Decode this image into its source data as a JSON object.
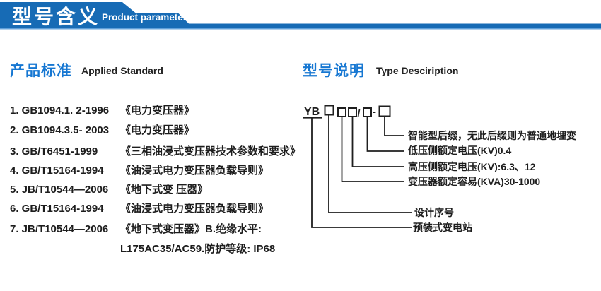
{
  "header": {
    "title": "型号含义",
    "subtitle": "Product parameters"
  },
  "colors": {
    "banner_blue": "#176bb5",
    "banner_edge_light": "#5f9fd9",
    "accent_blue": "#1677d2",
    "ink": "#1d1d1d"
  },
  "applied_standard": {
    "title": "产品标准",
    "title_en": "Applied Standard",
    "items": [
      {
        "code": "1. GB1094.1. 2-1996",
        "name": "《电力变压器》"
      },
      {
        "code": "2. GB1094.3.5- 2003",
        "name": "《电力变压器》"
      },
      {
        "code": "3. GB/T6451-1999",
        "name": "《三相油浸式变压器技术参数和要求》"
      },
      {
        "code": "4. GB/T15164-1994",
        "name": "《油浸式电力变压器负载导则》"
      },
      {
        "code": "5. JB/T10544—2006",
        "name": "《地下式变 压器》"
      },
      {
        "code": "6. GB/T15164-1994",
        "name": "《油浸式电力变压器负载导则》"
      },
      {
        "code": "7. JB/T10544—2006",
        "name": "《地下式变压器》B.绝缘水平:"
      }
    ],
    "item7_line2": "L175AC35/AC59.防护等级: IP68"
  },
  "type_description": {
    "title": "型号说明",
    "title_en": "Type Desciription",
    "code_prefix": "YB",
    "separator_slash": "/",
    "separator_dash": "-",
    "labels": [
      "智能型后缀，无此后缀则为普通地埋变",
      "低压侧额定电压(KV)0.4",
      "高压侧额定电压(KV):6.3、12",
      "变压器额定容易(KVA)30-1000",
      "设计序号",
      "预装式变电站"
    ]
  }
}
